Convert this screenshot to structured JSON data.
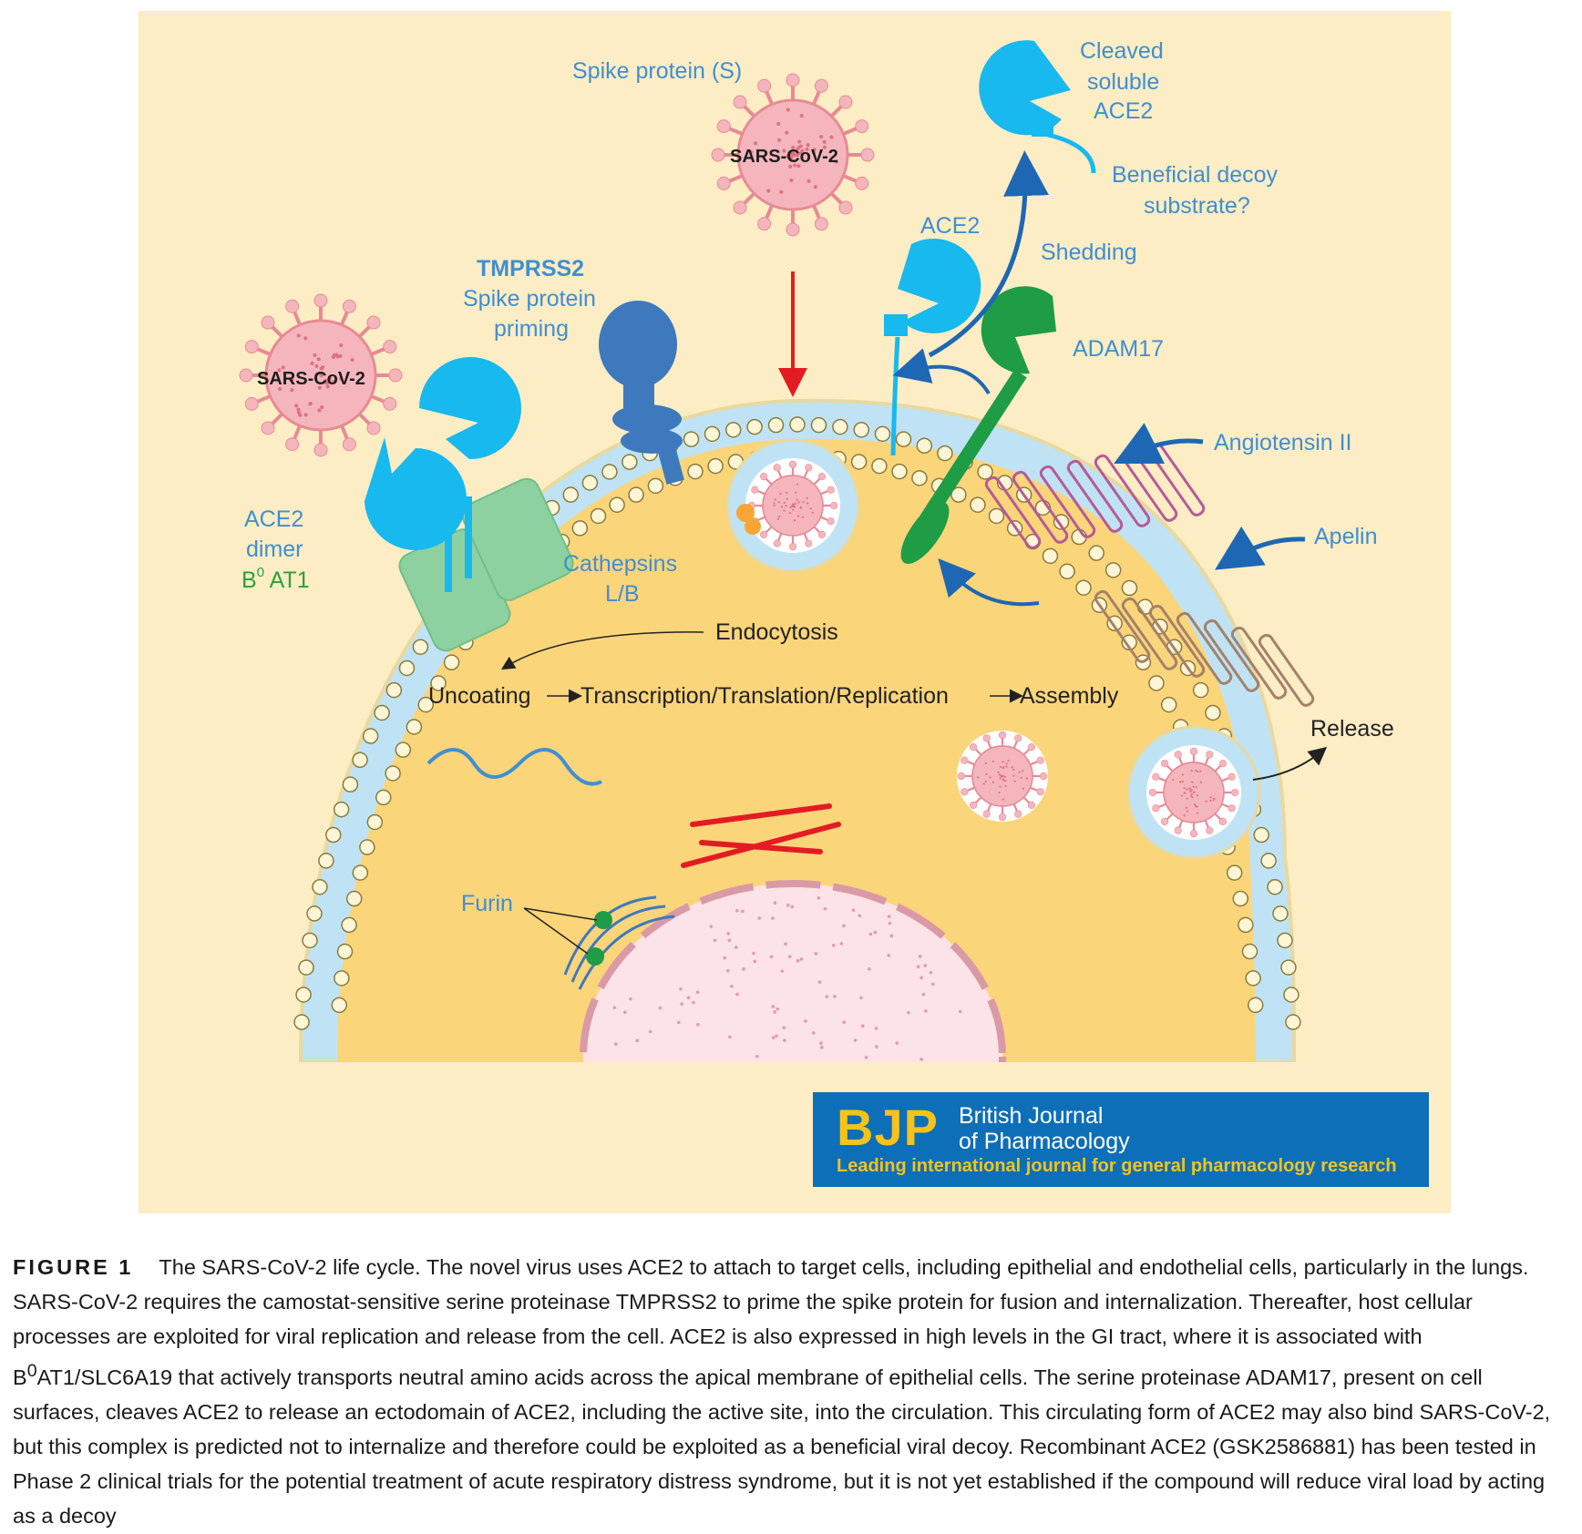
{
  "diagram": {
    "labels": {
      "spike_protein": "Spike protein (S)",
      "sars_top": "SARS-CoV-2",
      "sars_left": "SARS-CoV-2",
      "cleaved_1": "Cleaved",
      "cleaved_2": "soluble",
      "cleaved_3": "ACE2",
      "decoy_1": "Beneficial decoy",
      "decoy_2": "substrate?",
      "ace2": "ACE2",
      "shedding": "Shedding",
      "tmprss2": "TMPRSS2",
      "priming_1": "Spike protein",
      "priming_2": "priming",
      "adam17": "ADAM17",
      "angiotensin": "Angiotensin II",
      "apelin": "Apelin",
      "ace2_dimer_1": "ACE2",
      "ace2_dimer_2": "dimer",
      "b0at1_b": "B",
      "b0at1_sup": "0",
      "b0at1_rest": " AT1",
      "cathepsins_1": "Cathepsins",
      "cathepsins_2": "L/B",
      "endocytosis": "Endocytosis",
      "uncoating": "Uncoating",
      "transcription": "Transcription/Translation/Replication",
      "assembly": "Assembly",
      "release": "Release",
      "furin": "Furin"
    },
    "colors": {
      "background": "#fdedc4",
      "cytoplasm": "#fbd57a",
      "membrane": "#bfe3f5",
      "ace2": "#17b9ee",
      "tmprss2": "#3f79bd",
      "adam17": "#1e9c46",
      "b0at1": "#8ed1a0",
      "virus": "#f4b6bc",
      "nucleus": "#fbe3e8",
      "arrow_blue": "#1e67b4",
      "arrow_red": "#e31c23"
    }
  },
  "banner": {
    "logo": "BJP",
    "name_1": "British Journal",
    "name_2": "of Pharmacology",
    "tagline": "Leading international journal for general pharmacology research"
  },
  "caption": {
    "label": "FIGURE 1",
    "text_1": "The SARS-CoV-2 life cycle. The novel virus uses ACE2 to attach to target cells, including epithelial and endothelial cells, particularly in the lungs. SARS-CoV-2 requires the camostat-sensitive serine proteinase TMPRSS2 to prime the spike protein for fusion and internalization. Thereafter, host cellular processes are exploited for viral replication and release from the cell. ACE2 is also expressed in high levels in the GI tract, where it is associated with B",
    "sup": "0",
    "text_2": "AT1/SLC6A19 that actively transports neutral amino acids across the apical membrane of epithelial cells. The serine proteinase ADAM17, present on cell surfaces, cleaves ACE2 to release an ectodomain of ACE2, including the active site, into the circulation. This circulating form of ACE2 may also bind SARS-CoV-2, but this complex is predicted not to internalize and therefore could be exploited as a beneficial viral decoy. Recombinant ACE2 (GSK2586881) has been tested in Phase 2 clinical trials for the potential treatment of acute respiratory distress syndrome, but it is not yet established if the compound will reduce viral load by acting as a decoy"
  }
}
